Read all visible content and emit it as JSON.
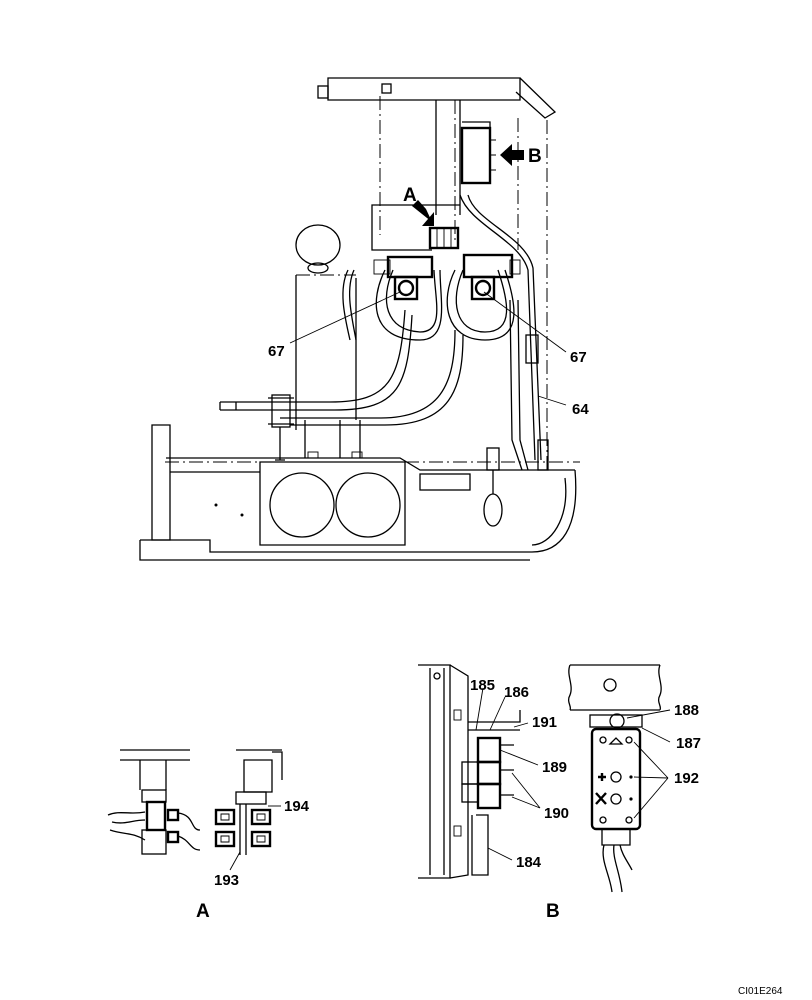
{
  "callouts": {
    "c67_left": "67",
    "c67_right": "67",
    "c64": "64",
    "c185": "185",
    "c186": "186",
    "c191": "191",
    "c188": "188",
    "c187": "187",
    "c189": "189",
    "c192": "192",
    "c190": "190",
    "c184": "184",
    "c194": "194",
    "c193": "193"
  },
  "view_markers": {
    "arrow_a": "A",
    "arrow_b": "B",
    "detail_a_caption": "A",
    "detail_b_caption": "B"
  },
  "drawing_code": "CI01E264"
}
